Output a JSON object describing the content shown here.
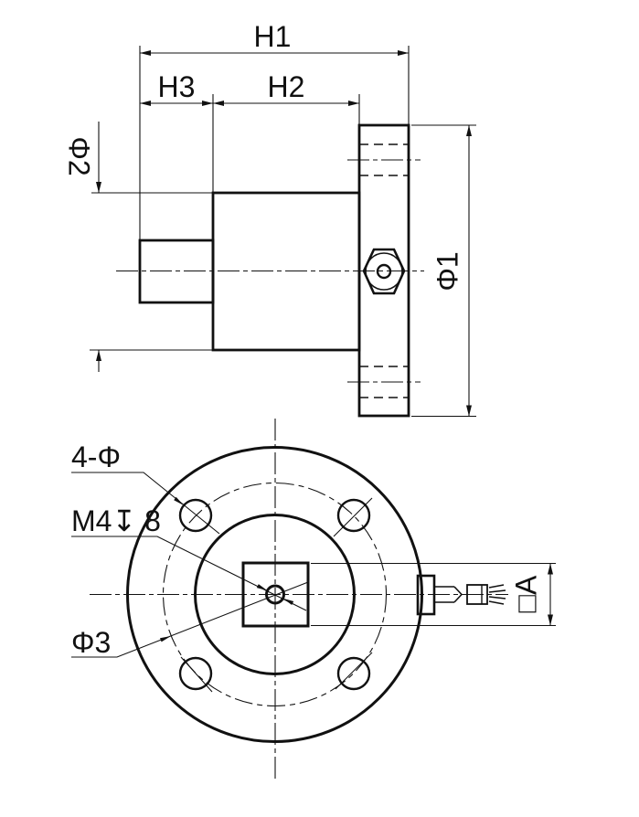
{
  "drawing": {
    "type": "engineering-drawing",
    "views": [
      "side-section-view",
      "front-view"
    ],
    "colors": {
      "line": "#111111",
      "background": "#ffffff"
    },
    "side_view": {
      "dim_overall_length": "H1",
      "dim_body_length": "H2",
      "dim_shaft_length": "H3",
      "dim_flange_diameter": "Φ1",
      "dim_body_diameter": "Φ2"
    },
    "front_view": {
      "callout_holes_count": "4-Φ",
      "callout_thread_depth": "M4↧ 8",
      "dim_bolt_circle": "Φ3",
      "dim_square_drive": "□A"
    }
  }
}
